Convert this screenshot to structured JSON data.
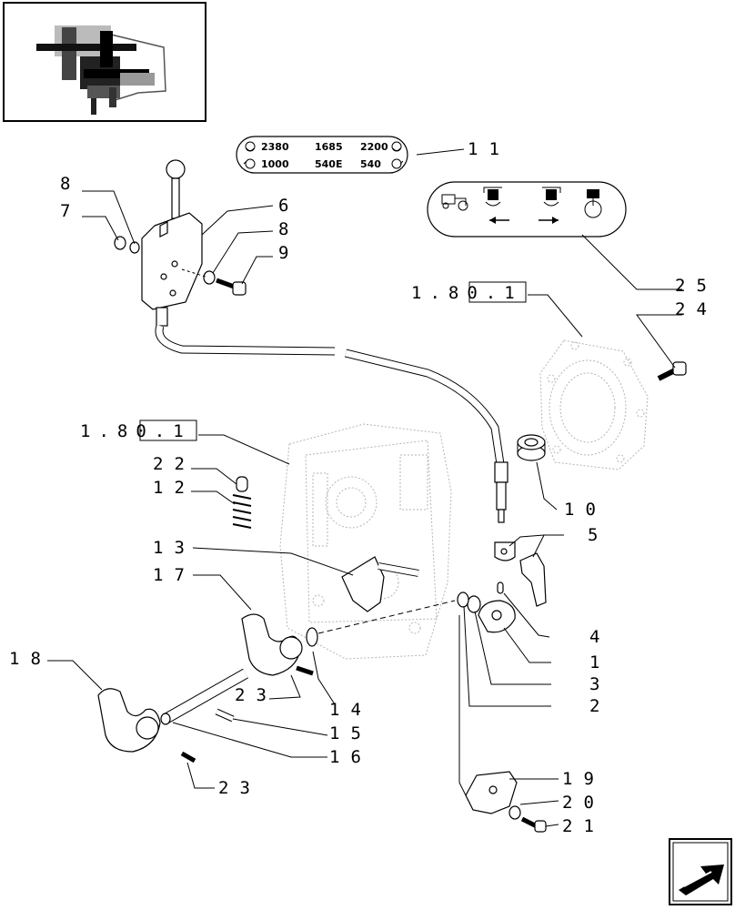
{
  "callouts": {
    "c1": "1",
    "c2": "2",
    "c3": "3",
    "c4": "4",
    "c5": "5",
    "c6": "6",
    "c7": "7",
    "c8a": "8",
    "c8b": "8",
    "c9": "9",
    "c10": "10",
    "c11": "11",
    "c12": "12",
    "c13": "13",
    "c14": "14",
    "c15": "15",
    "c16": "16",
    "c17": "17",
    "c18": "18",
    "c19": "19",
    "c20": "20",
    "c21": "21",
    "c22": "22",
    "c23a": "23",
    "c23b": "23",
    "c24": "24",
    "c25": "25"
  },
  "references": {
    "housing_ref_right": "1.80.1",
    "housing_ref_left": "1.80.1"
  },
  "speed_plate": {
    "top_row": [
      "2380",
      "1685",
      "2200"
    ],
    "bottom_row": [
      "1000",
      "540E",
      "540"
    ]
  },
  "nav": {
    "next_page_icon": "next-page-arrow-icon"
  }
}
